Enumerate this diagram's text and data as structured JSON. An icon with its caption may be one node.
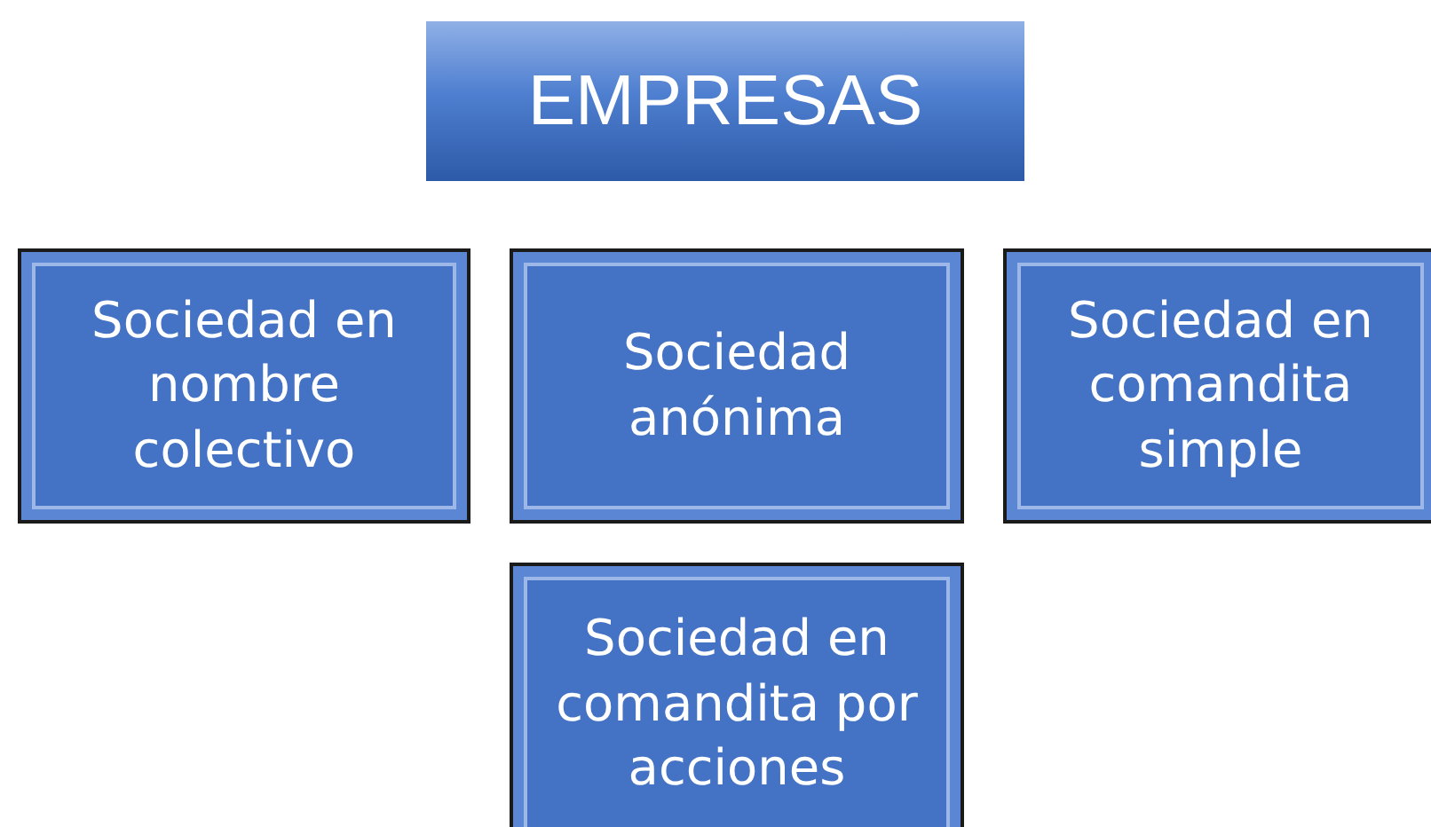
{
  "diagram": {
    "nodes": [
      {
        "text": [
          "EMPRESAS"
        ]
      },
      {
        "text": [
          "Sociedad en nombre colectivo"
        ]
      },
      {
        "text": [
          "Sociedad anónima"
        ]
      },
      {
        "text": [
          "Sociedad en comandita simple"
        ]
      },
      {
        "text": [
          "Sociedad en comandita por acciones"
        ]
      }
    ]
  }
}
